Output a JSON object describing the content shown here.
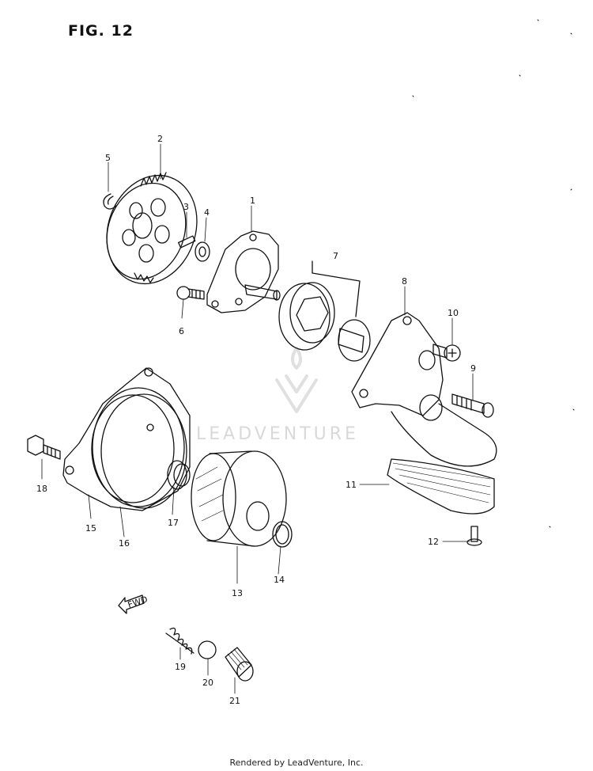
{
  "figure": {
    "title": "FIG. 12"
  },
  "watermark": {
    "text": "LEADVENTURE"
  },
  "footer": {
    "text": "Rendered by LeadVenture, Inc."
  },
  "fwd": {
    "label": "FWD"
  },
  "callouts": [
    "1",
    "2",
    "3",
    "4",
    "5",
    "6",
    "7",
    "8",
    "9",
    "10",
    "11",
    "12",
    "13",
    "14",
    "15",
    "16",
    "17",
    "18",
    "19",
    "20",
    "21"
  ]
}
